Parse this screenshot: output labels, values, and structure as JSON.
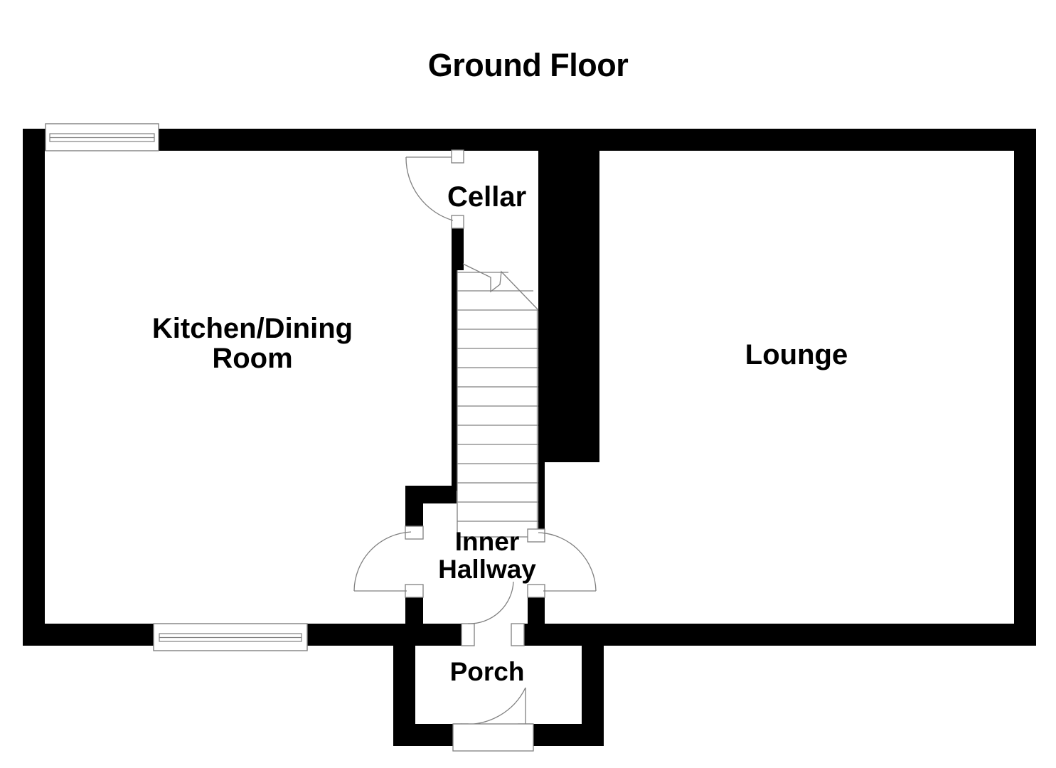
{
  "plan": {
    "title": "Ground Floor",
    "wall_color": "#000000",
    "background_color": "#ffffff",
    "line_color": "#808080",
    "fill_color": "#ffffff"
  },
  "rooms": [
    {
      "id": "kitchen_dining",
      "label": "Kitchen/Dining\nRoom"
    },
    {
      "id": "lounge",
      "label": "Lounge"
    },
    {
      "id": "cellar",
      "label": "Cellar"
    },
    {
      "id": "inner_hallway",
      "label": "Inner\nHallway"
    },
    {
      "id": "porch",
      "label": "Porch"
    }
  ],
  "features": {
    "windows": [
      {
        "id": "window-top-left",
        "wall": "top",
        "room": "kitchen_dining"
      },
      {
        "id": "window-bottom-left",
        "wall": "bottom",
        "room": "kitchen_dining"
      }
    ],
    "doors": [
      {
        "id": "door-cellar",
        "room": "cellar",
        "swing": "left"
      },
      {
        "id": "door-hallway-kitchen",
        "room": "inner_hallway",
        "swing": "left"
      },
      {
        "id": "door-hallway-lounge",
        "room": "inner_hallway",
        "swing": "right"
      },
      {
        "id": "door-hallway-porch",
        "room": "inner_hallway",
        "swing": "left"
      },
      {
        "id": "door-porch-entrance",
        "room": "porch",
        "swing": "left"
      }
    ],
    "staircase": {
      "id": "staircase",
      "steps": 13,
      "direction": "up"
    }
  }
}
